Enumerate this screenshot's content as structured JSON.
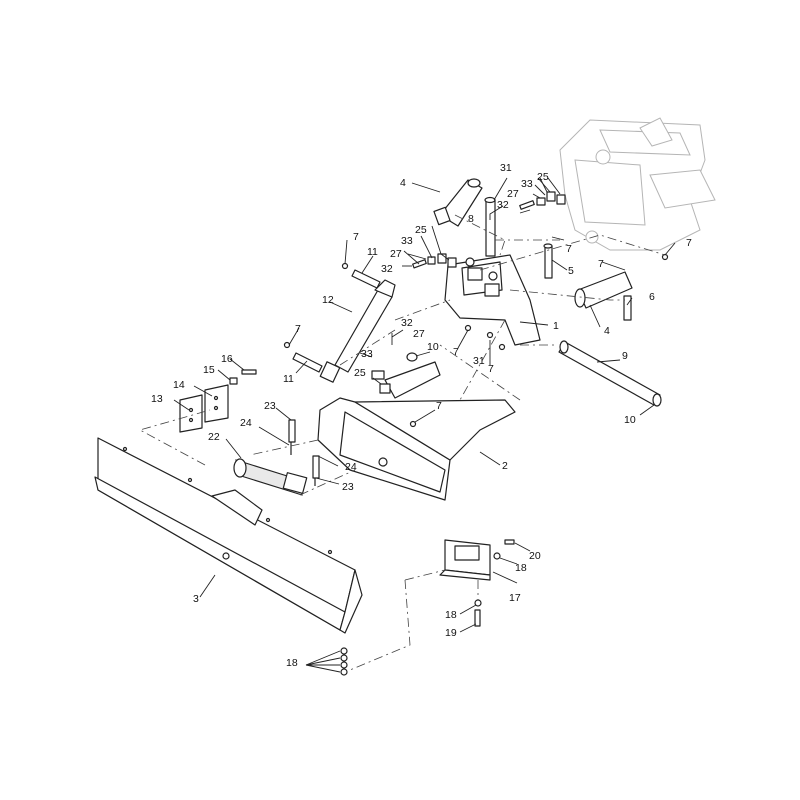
{
  "callouts": [
    {
      "id": "c1",
      "text": "1"
    },
    {
      "id": "c2",
      "text": "2"
    },
    {
      "id": "c3",
      "text": "3"
    },
    {
      "id": "c4a",
      "text": "4"
    },
    {
      "id": "c4b",
      "text": "4"
    },
    {
      "id": "c5",
      "text": "5"
    },
    {
      "id": "c6",
      "text": "6"
    },
    {
      "id": "c7a",
      "text": "7"
    },
    {
      "id": "c7b",
      "text": "7"
    },
    {
      "id": "c7c",
      "text": "7"
    },
    {
      "id": "c7d",
      "text": "7"
    },
    {
      "id": "c7e",
      "text": "7"
    },
    {
      "id": "c7f",
      "text": "7"
    },
    {
      "id": "c7g",
      "text": "7"
    },
    {
      "id": "c7h",
      "text": "7"
    },
    {
      "id": "c8",
      "text": "8"
    },
    {
      "id": "c9",
      "text": "9"
    },
    {
      "id": "c10a",
      "text": "10"
    },
    {
      "id": "c10b",
      "text": "10"
    },
    {
      "id": "c11a",
      "text": "11"
    },
    {
      "id": "c11b",
      "text": "11"
    },
    {
      "id": "c12",
      "text": "12"
    },
    {
      "id": "c13",
      "text": "13"
    },
    {
      "id": "c14",
      "text": "14"
    },
    {
      "id": "c15",
      "text": "15"
    },
    {
      "id": "c16",
      "text": "16"
    },
    {
      "id": "c17",
      "text": "17"
    },
    {
      "id": "c18a",
      "text": "18"
    },
    {
      "id": "c18b",
      "text": "18"
    },
    {
      "id": "c18c",
      "text": "18"
    },
    {
      "id": "c19",
      "text": "19"
    },
    {
      "id": "c20",
      "text": "20"
    },
    {
      "id": "c22",
      "text": "22"
    },
    {
      "id": "c23a",
      "text": "23"
    },
    {
      "id": "c23b",
      "text": "23"
    },
    {
      "id": "c24a",
      "text": "24"
    },
    {
      "id": "c24b",
      "text": "24"
    },
    {
      "id": "c25a",
      "text": "25"
    },
    {
      "id": "c25b",
      "text": "25"
    },
    {
      "id": "c25c",
      "text": "25"
    },
    {
      "id": "c27a",
      "text": "27"
    },
    {
      "id": "c27b",
      "text": "27"
    },
    {
      "id": "c27c",
      "text": "27"
    },
    {
      "id": "c31a",
      "text": "31"
    },
    {
      "id": "c31b",
      "text": "31"
    },
    {
      "id": "c32a",
      "text": "32"
    },
    {
      "id": "c32b",
      "text": "32"
    },
    {
      "id": "c32c",
      "text": "32"
    },
    {
      "id": "c33a",
      "text": "33"
    },
    {
      "id": "c33b",
      "text": "33"
    },
    {
      "id": "c33c",
      "text": "33"
    }
  ]
}
